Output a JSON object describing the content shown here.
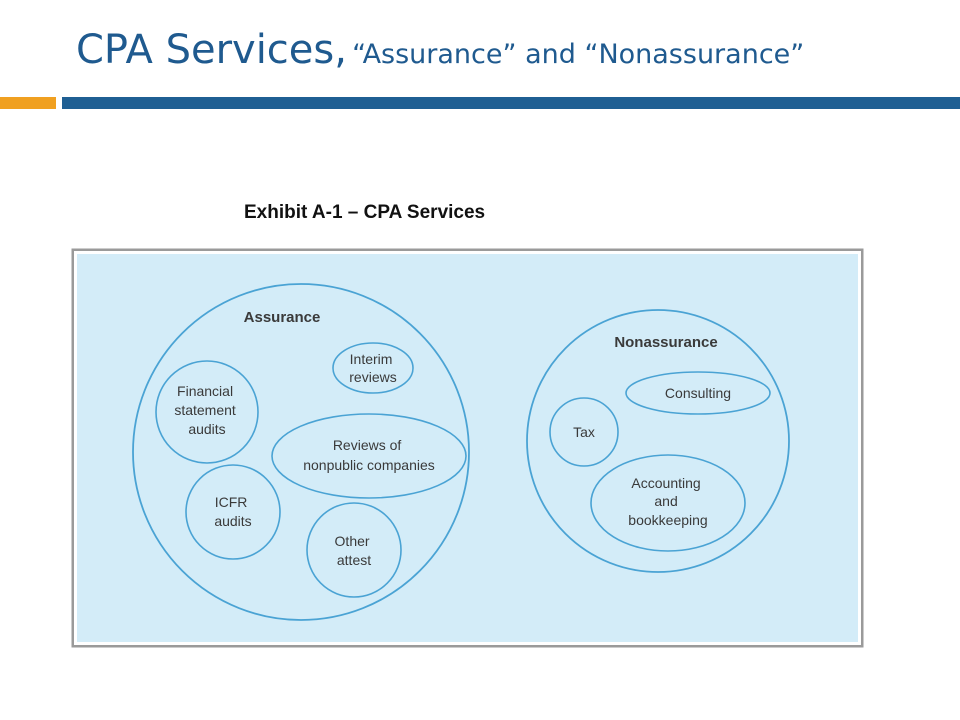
{
  "slide": {
    "title_part1": "CPA Services,",
    "title_part2": "“Assurance” and “Nonassurance”",
    "accent_orange": "#f0a020",
    "accent_blue": "#1f5f93",
    "title_color": "#1f5a8f"
  },
  "exhibit": {
    "title": "Exhibit A-1 – CPA Services",
    "background": "#d3ecf8",
    "circle_stroke": "#4aa3d4",
    "assurance": {
      "label": "Assurance",
      "items": {
        "financial_statement_audits": [
          "Financial",
          "statement",
          "audits"
        ],
        "interim_reviews": [
          "Interim",
          "reviews"
        ],
        "reviews_of_nonpublic": [
          "Reviews of",
          "nonpublic companies"
        ],
        "icfr_audits": [
          "ICFR",
          "audits"
        ],
        "other_attest": [
          "Other",
          "attest"
        ]
      }
    },
    "nonassurance": {
      "label": "Nonassurance",
      "items": {
        "consulting": [
          "Consulting"
        ],
        "tax": [
          "Tax"
        ],
        "accounting_bookkeeping": [
          "Accounting",
          "and",
          "bookkeeping"
        ]
      }
    }
  }
}
